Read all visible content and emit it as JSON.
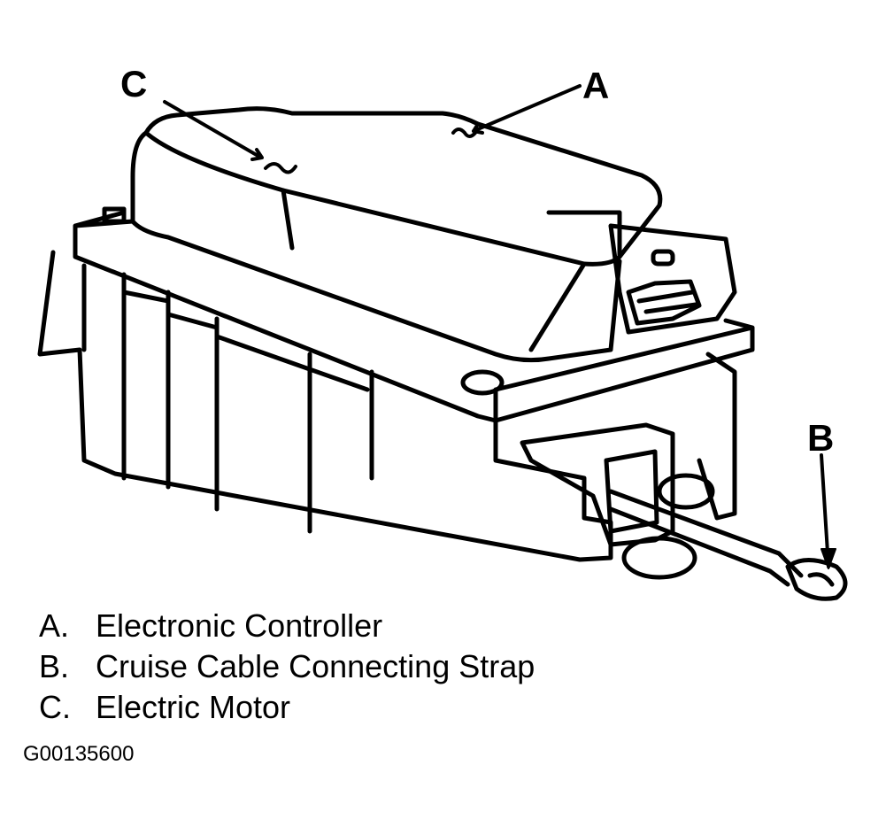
{
  "callouts": {
    "a": "A",
    "b": "B",
    "c": "C"
  },
  "legend": [
    {
      "key": "A.",
      "label": "Electronic Controller"
    },
    {
      "key": "B.",
      "label": "Cruise Cable Connecting Strap"
    },
    {
      "key": "C.",
      "label": "Electric Motor"
    }
  ],
  "figure_id": "G00135600",
  "colors": {
    "ink": "#000000",
    "paper": "#ffffff"
  }
}
